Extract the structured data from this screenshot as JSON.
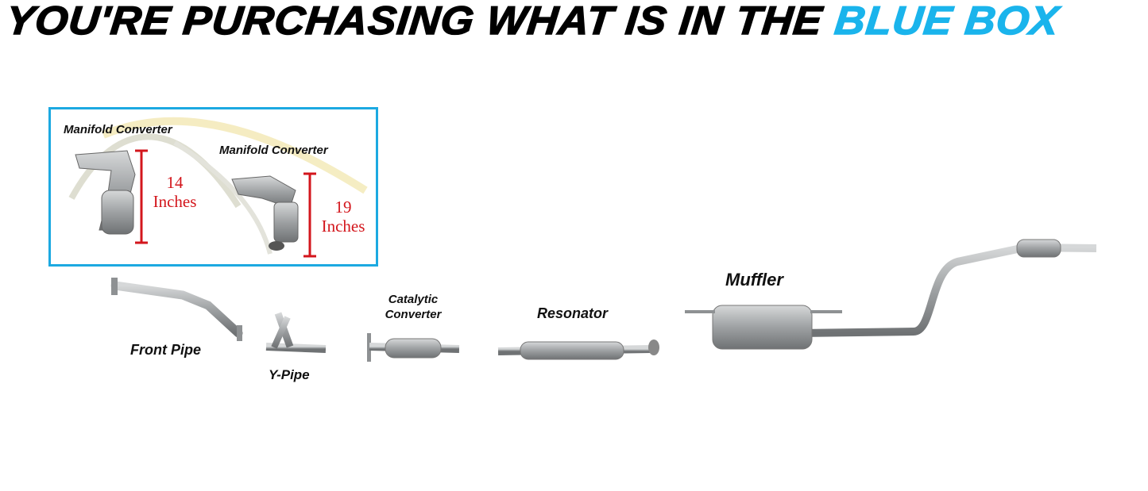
{
  "header": {
    "title_main": "YOU'RE PURCHASING WHAT IS IN THE ",
    "title_highlight": "BLUE BOX"
  },
  "blue_box": {
    "parts": [
      {
        "label": "Manifold Converter",
        "measure_value": "14",
        "measure_unit": "Inches"
      },
      {
        "label": "Manifold Converter",
        "measure_value": "19",
        "measure_unit": "Inches"
      }
    ]
  },
  "parts": {
    "front_pipe": "Front Pipe",
    "y_pipe": "Y-Pipe",
    "catalytic_line1": "Catalytic",
    "catalytic_line2": "Converter",
    "resonator": "Resonator",
    "muffler": "Muffler"
  },
  "colors": {
    "highlight": "#1ab4ec",
    "measure": "#d3161c",
    "pipe": "#a9acae"
  }
}
